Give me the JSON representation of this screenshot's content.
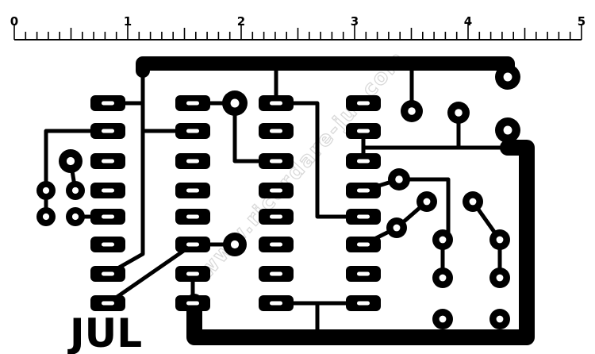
{
  "ruler": {
    "labels": [
      "0",
      "1",
      "2",
      "3",
      "4",
      "5"
    ]
  },
  "board": {
    "logo_text": "JUL",
    "watermark_text": "www.ricordare-jul.com",
    "ink_color": "#000000",
    "background_color": "#ffffff"
  }
}
